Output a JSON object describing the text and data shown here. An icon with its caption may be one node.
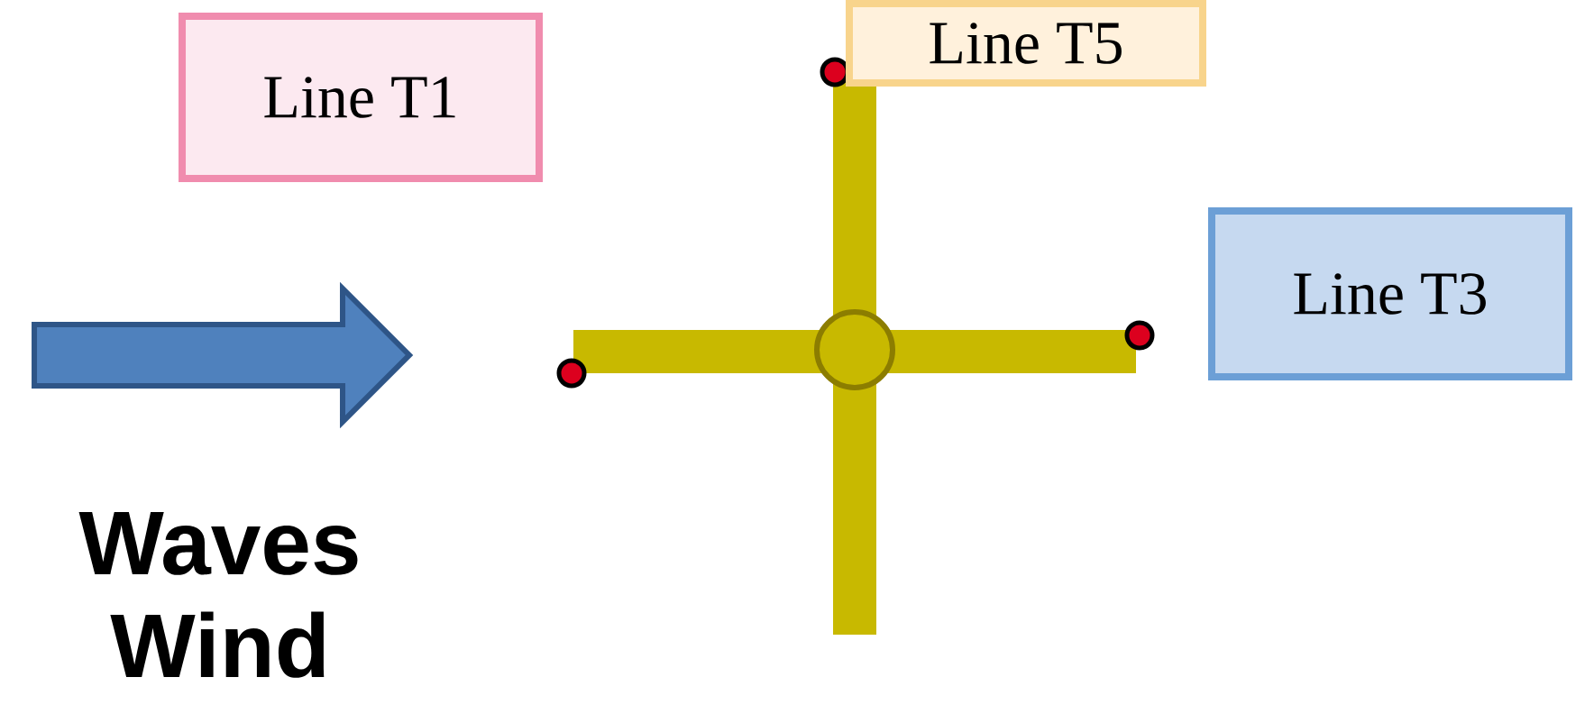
{
  "diagram": {
    "nodes": [
      {
        "text": [
          "Line T1"
        ]
      },
      {
        "text": [
          "Line T5"
        ]
      },
      {
        "text": [
          "Line T3"
        ]
      }
    ],
    "labels": [
      "Waves Wind"
    ]
  }
}
